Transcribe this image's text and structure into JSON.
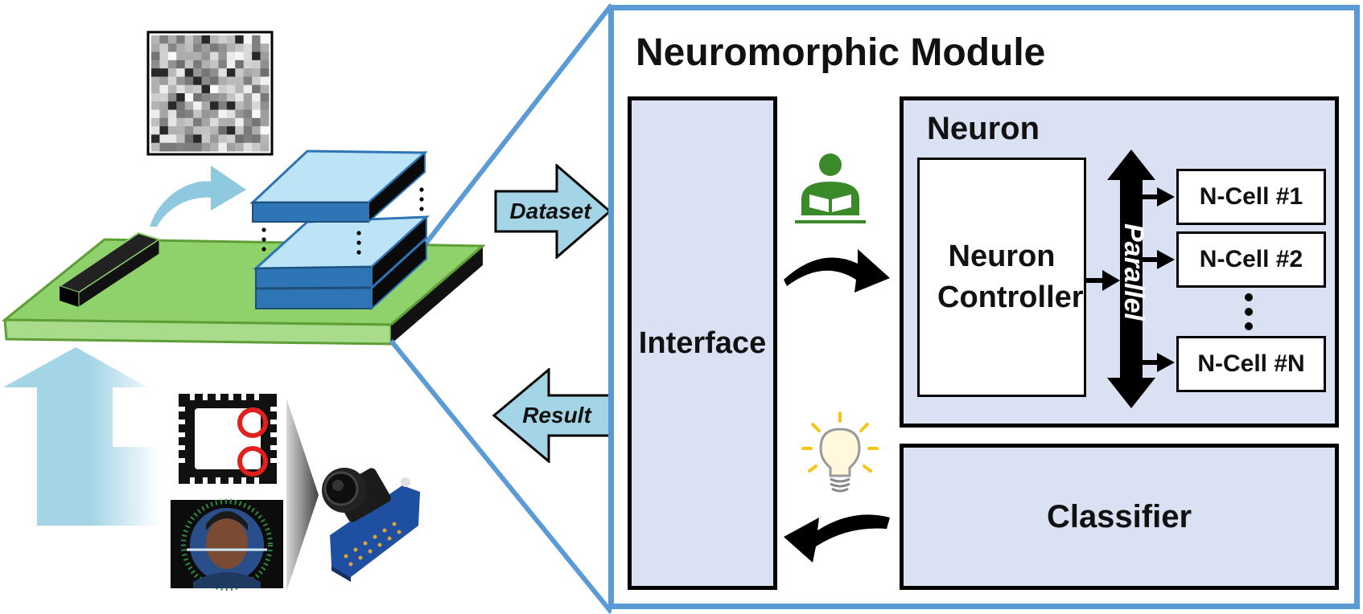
{
  "module": {
    "title": "Neuromorphic Module",
    "interface_label": "Interface",
    "neuron_label": "Neuron",
    "controller_label": "Neuron Controller",
    "parallel_label": "Parallel",
    "cells": [
      "N-Cell #1",
      "N-Cell #2",
      "N-Cell #N"
    ],
    "classifier_label": "Classifier"
  },
  "arrows": {
    "dataset_label": "Dataset",
    "result_label": "Result"
  },
  "icons": {
    "learning": "reading-person-icon",
    "insight": "lightbulb-icon",
    "camera": "camera-module-icon",
    "chip": "chip-icon",
    "face": "face-recognition-icon"
  },
  "colors": {
    "frame_blue": "#5b9bd5",
    "panel_fill": "#d9e1f2",
    "arrow_fill": "#9fd3e4",
    "board_green": "#92d050",
    "chip_blue": "#2e75b6",
    "learn_green": "#3a8a2a"
  }
}
